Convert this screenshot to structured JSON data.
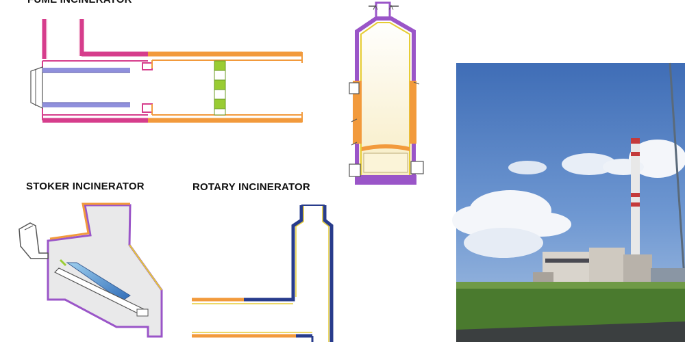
{
  "labels": {
    "fume": "FUME INCINERATOR",
    "stoker": "STOKER INCINERATOR",
    "rotary": "ROTARY INCINERATOR"
  },
  "colors": {
    "magenta": "#d63d8c",
    "orange": "#f29a3c",
    "lavender": "#9090dc",
    "green": "#99cc33",
    "purple": "#9a55c8",
    "yellow_lining": "#e6cc34",
    "gray_interior": "#e9e9ea",
    "cream_interior": "#fbf4d8",
    "navy": "#283c8c",
    "blue_grate": "#3a78c2",
    "sky": "#4a78be",
    "grass": "#4a7a2e"
  },
  "icons": {
    "photo": "incineration-plant-photo"
  }
}
